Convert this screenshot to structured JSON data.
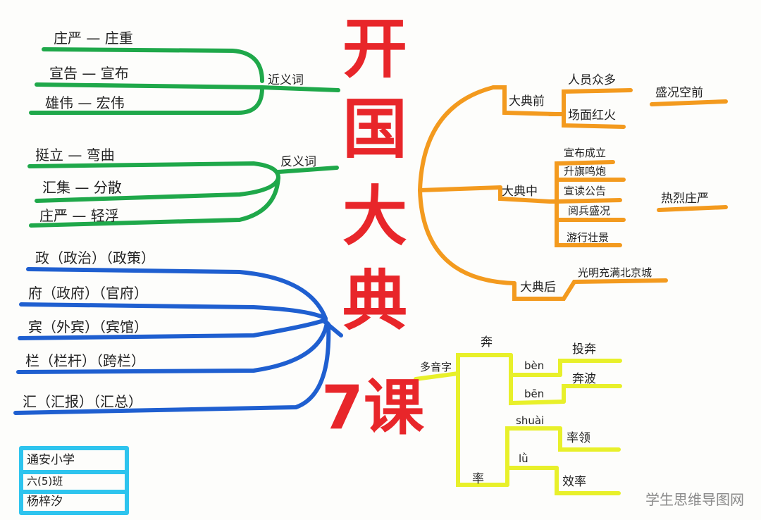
{
  "title": {
    "chars": [
      "开",
      "国",
      "大",
      "典",
      "7",
      "课"
    ]
  },
  "synonyms": {
    "label": "近义词",
    "items": [
      "庄严 — 庄重",
      "宣告 — 宣布",
      "雄伟 — 宏伟"
    ]
  },
  "antonyms": {
    "label": "反义词",
    "items": [
      "挺立 — 弯曲",
      "汇集 — 分散",
      "庄严 — 轻浮"
    ]
  },
  "words": {
    "items": [
      "政（政治）（政策）",
      "府（政府）（官府）",
      "宾（外宾）（宾馆）",
      "栏（栏杆）（跨栏）",
      "汇（汇报）（汇总）"
    ]
  },
  "stages": {
    "before": {
      "label": "大典前",
      "items": [
        "人员众多",
        "场面红火"
      ],
      "summary": "盛况空前"
    },
    "during": {
      "label": "大典中",
      "items": [
        "宣布成立",
        "升旗鸣炮",
        "宣读公告",
        "阅兵盛况",
        "游行壮景"
      ],
      "summary": "热烈庄严"
    },
    "after": {
      "label": "大典后",
      "item": "光明充满北京城"
    }
  },
  "polyphones": {
    "label": "多音字",
    "ben": {
      "char": "奔",
      "r1": {
        "pinyin": "bèn",
        "word": "投奔"
      },
      "r2": {
        "pinyin": "bēn",
        "word": "奔波"
      }
    },
    "shuai": {
      "char": "率",
      "r1": {
        "pinyin": "shuài",
        "word": "率领"
      },
      "r2": {
        "pinyin": "lǜ",
        "word": "效率"
      }
    }
  },
  "info": {
    "school": "通安小学",
    "class": "六(5)班",
    "name": "杨梓汐"
  },
  "watermark": "学生思维导图网",
  "colors": {
    "green": "#1fa84a",
    "blue": "#1f5fd0",
    "orange": "#f39a1e",
    "yellow": "#e8f02a",
    "cyan": "#2ec4ee",
    "red": "#e8262a"
  }
}
